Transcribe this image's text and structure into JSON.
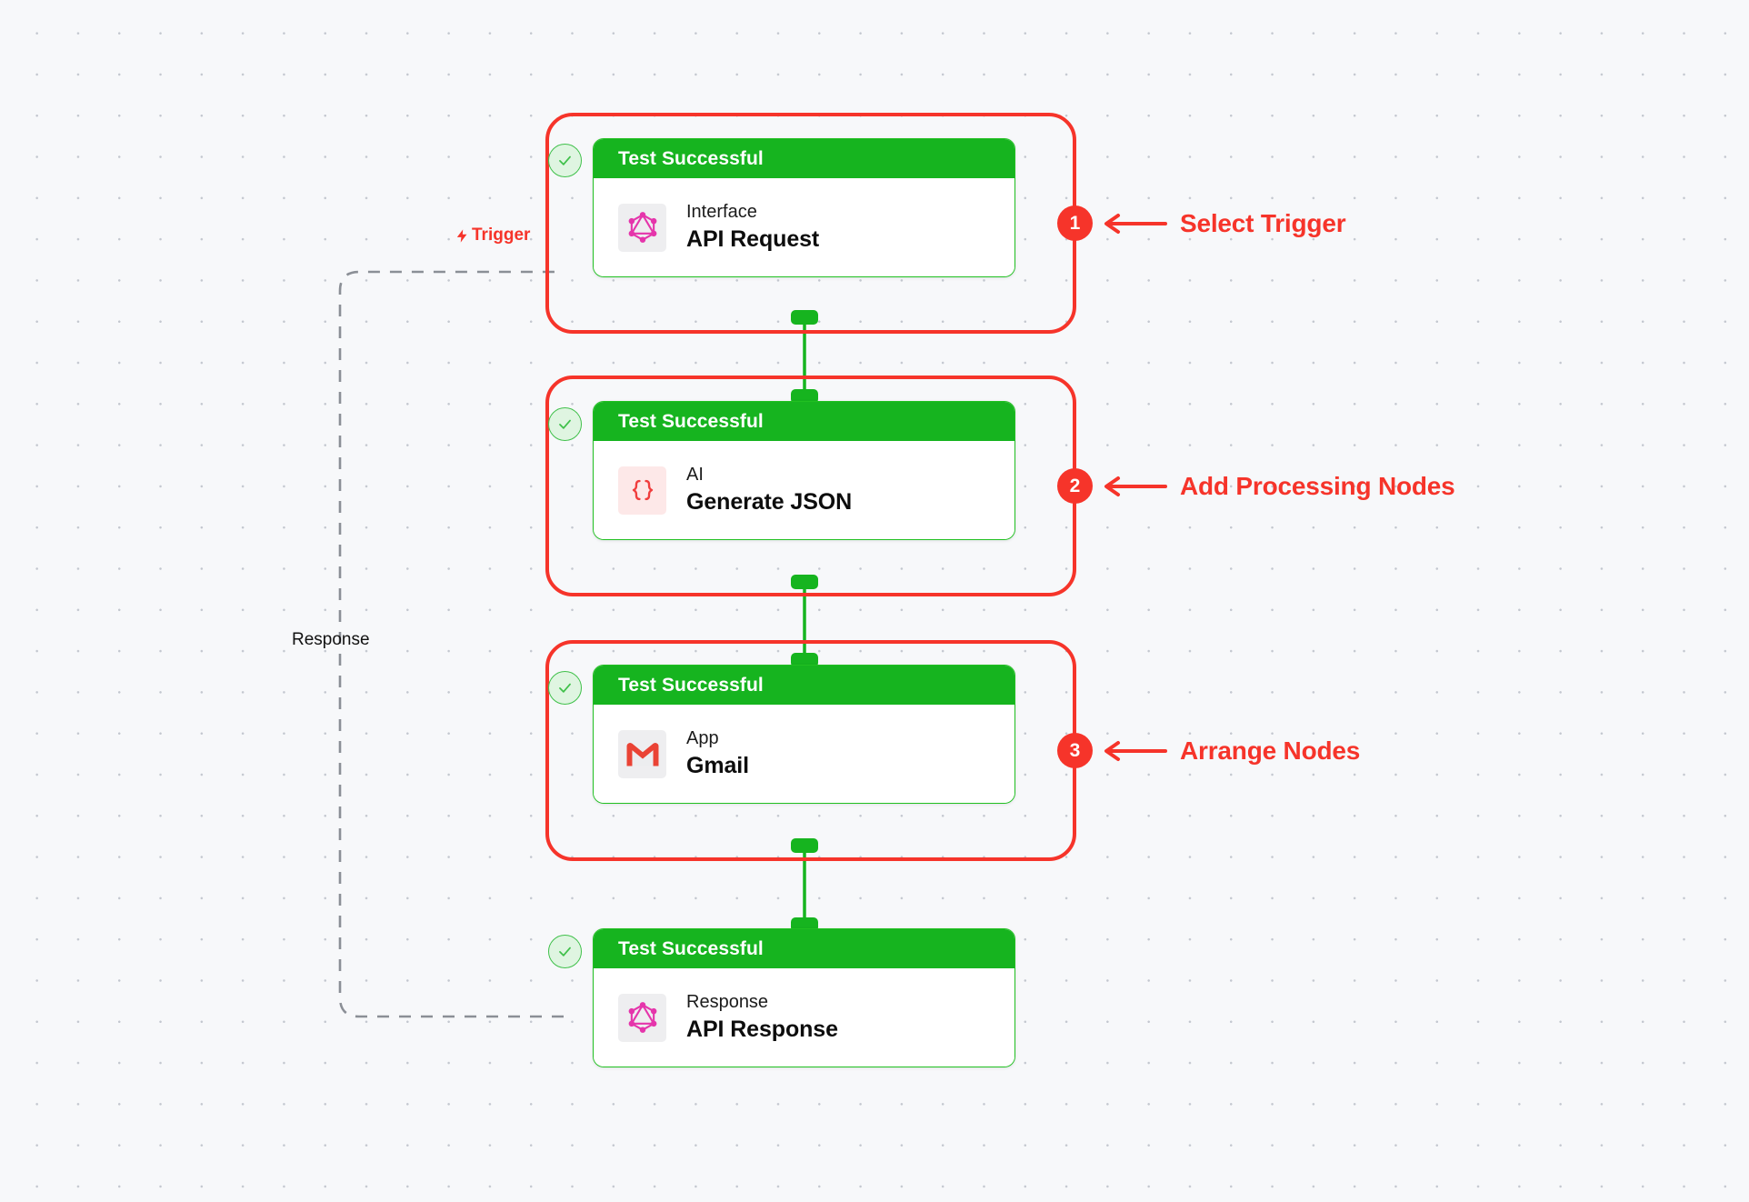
{
  "canvas": {
    "background_color": "#f7f8fa",
    "grid_dot_color": "#c3c7cf"
  },
  "colors": {
    "success_green": "#16b41f",
    "node_border_green": "#21c021",
    "annotation_red": "#f6342a",
    "check_badge_fill": "#dff5e1",
    "graphql_pink": "#e535ab",
    "json_red": "#f03e3e",
    "dashed_gray": "#8b8f96"
  },
  "nodes": [
    {
      "status_label": "Test Successful",
      "type_label": "Interface",
      "name": "API Request",
      "icon": "graphql-icon",
      "has_annotation_box": true,
      "has_input_handle": false,
      "has_output_handle": true
    },
    {
      "status_label": "Test Successful",
      "type_label": "AI",
      "name": "Generate JSON",
      "icon": "json-braces-icon",
      "has_annotation_box": true,
      "has_input_handle": true,
      "has_output_handle": true
    },
    {
      "status_label": "Test Successful",
      "type_label": "App",
      "name": "Gmail",
      "icon": "gmail-icon",
      "has_annotation_box": true,
      "has_input_handle": true,
      "has_output_handle": true
    },
    {
      "status_label": "Test Successful",
      "type_label": "Response",
      "name": "API Response",
      "icon": "graphql-icon",
      "has_annotation_box": false,
      "has_input_handle": true,
      "has_output_handle": false
    }
  ],
  "markers": [
    {
      "number": "1",
      "label": "Select Trigger"
    },
    {
      "number": "2",
      "label": "Add Processing Nodes"
    },
    {
      "number": "3",
      "label": "Arrange Nodes"
    }
  ],
  "edge_labels": {
    "trigger": "Trigger",
    "response": "Response"
  }
}
